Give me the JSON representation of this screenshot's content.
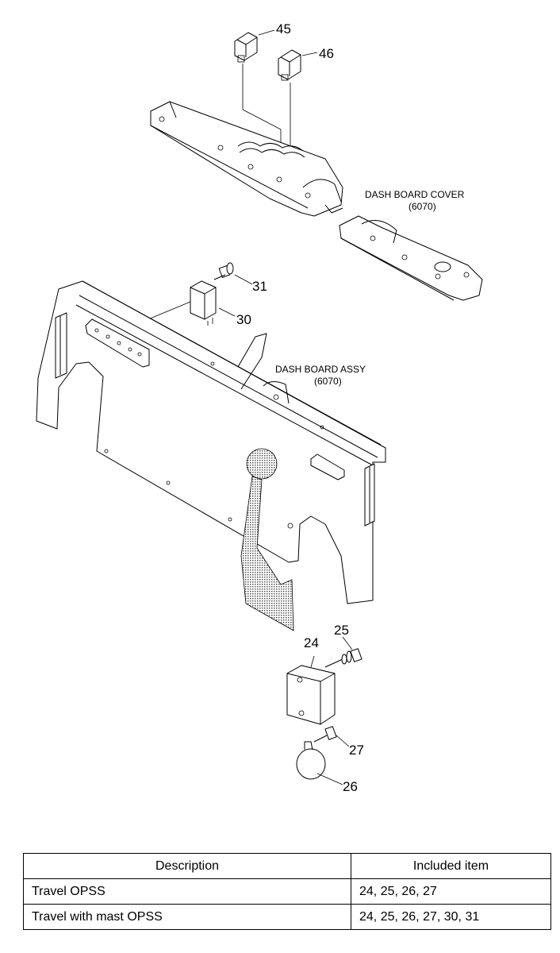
{
  "callouts": {
    "c45": "45",
    "c46": "46",
    "c31": "31",
    "c30": "30",
    "c24": "24",
    "c25": "25",
    "c27": "27",
    "c26": "26"
  },
  "assemblies": {
    "cover_name": "DASH BOARD COVER",
    "cover_code": "(6070)",
    "assy_name": "DASH BOARD ASSY",
    "assy_code": "(6070)"
  },
  "table": {
    "headers": [
      "Description",
      "Included item"
    ],
    "rows": [
      [
        "Travel OPSS",
        "24, 25, 26, 27"
      ],
      [
        "Travel with mast OPSS",
        "24, 25, 26, 27, 30, 31"
      ]
    ]
  }
}
